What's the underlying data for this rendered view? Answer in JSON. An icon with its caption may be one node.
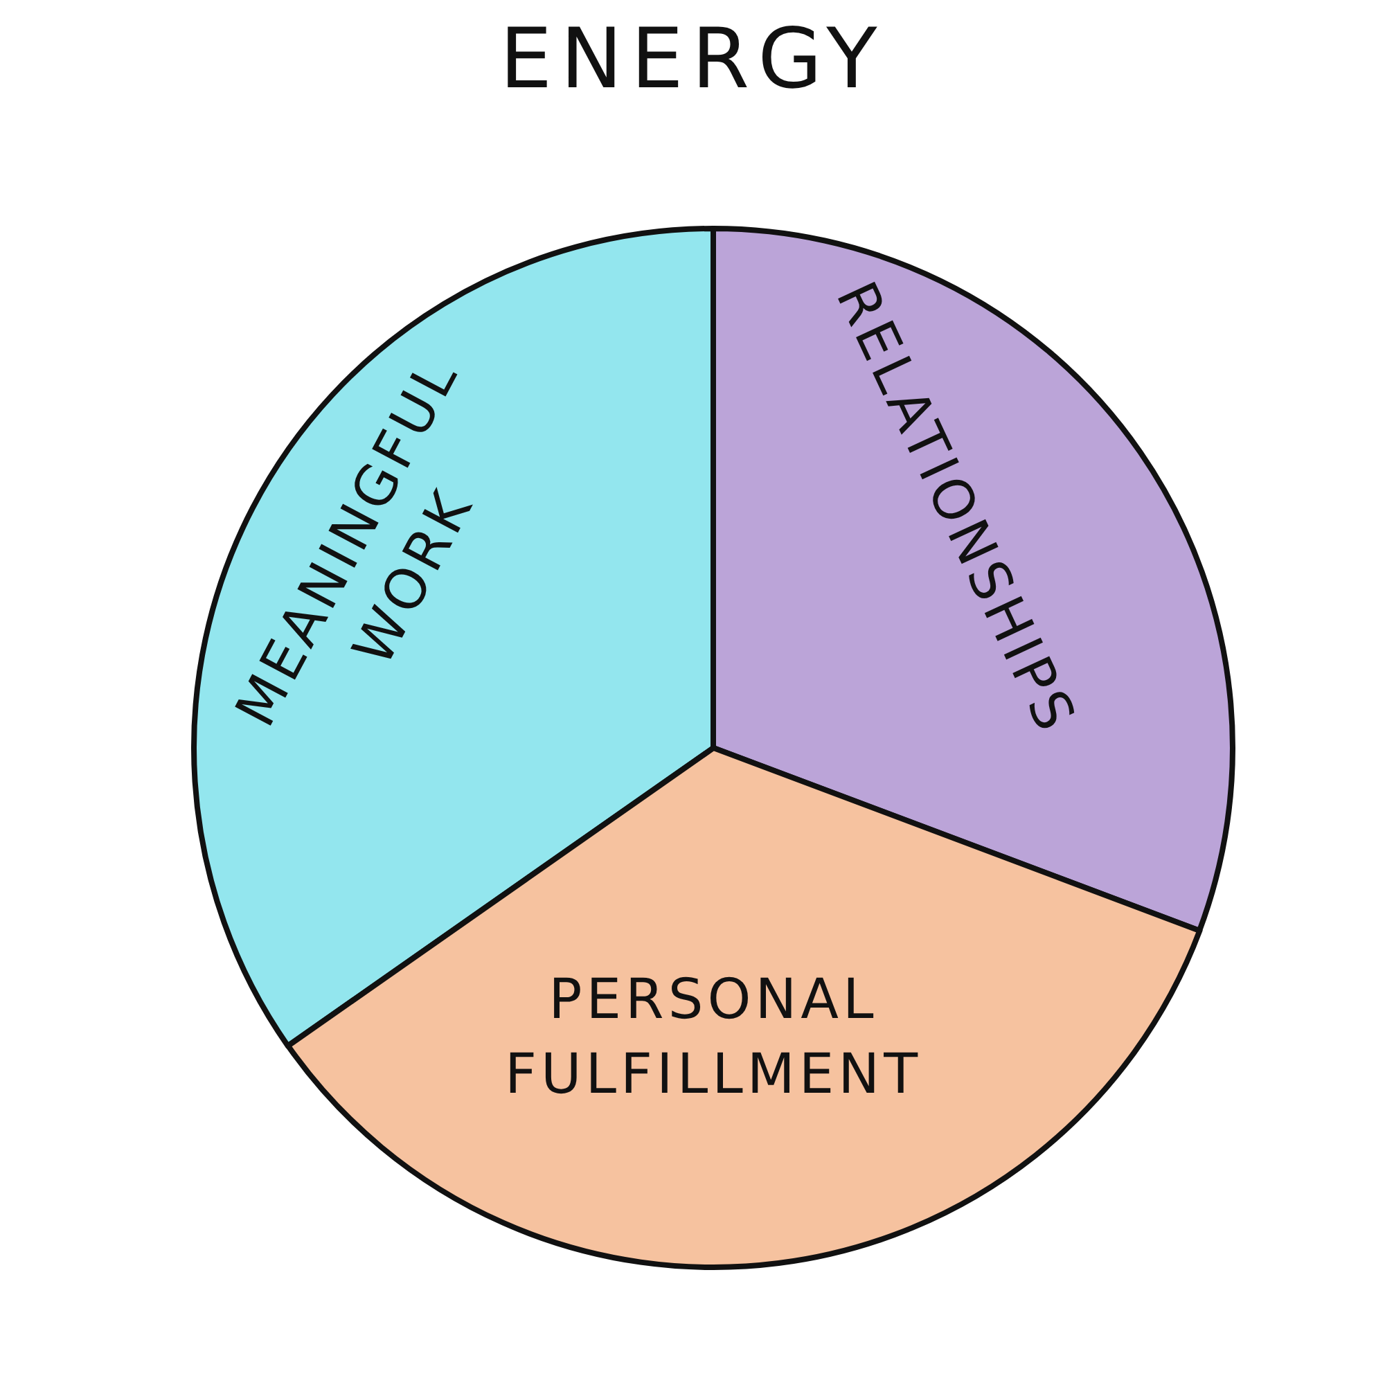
{
  "diagram": {
    "title": "ENERGY",
    "nodes": [
      {
        "text": [
          "MEANINGFUL WORK"
        ]
      },
      {
        "text": [
          "RELATIONSHIPS"
        ]
      },
      {
        "text": [
          "PERSONAL FULFILLMENT"
        ]
      }
    ],
    "edges": []
  }
}
